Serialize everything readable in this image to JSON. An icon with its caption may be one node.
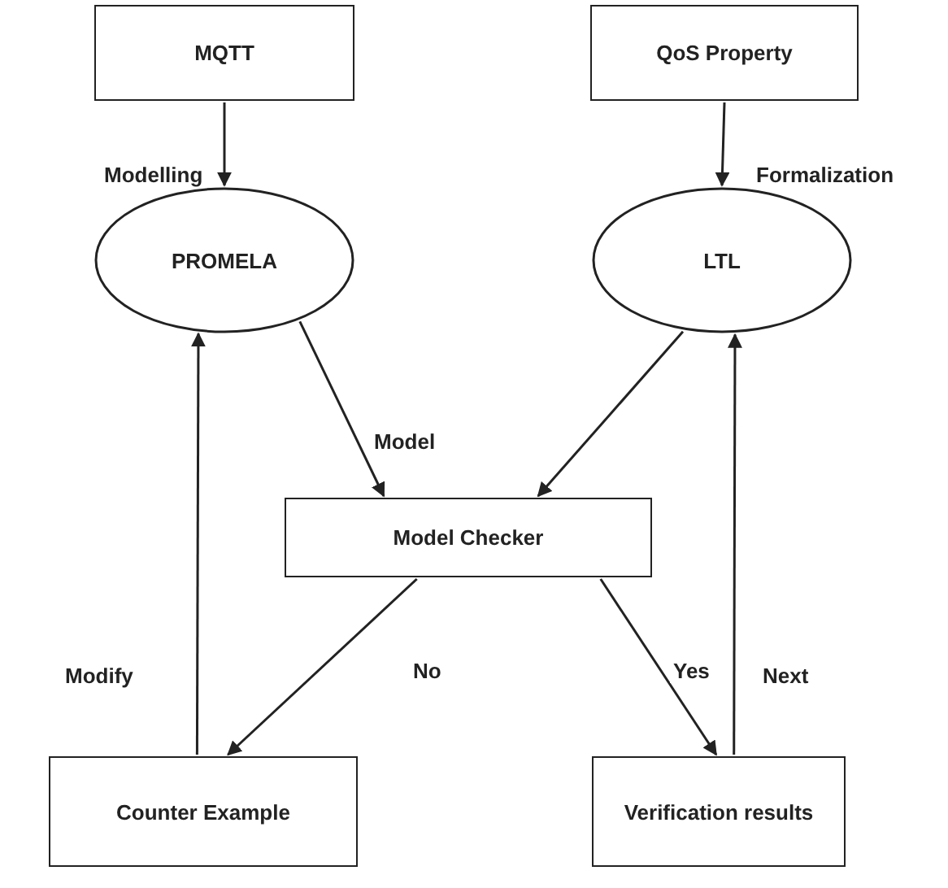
{
  "diagram": {
    "nodes": [
      {
        "text": [
          "MQTT"
        ]
      },
      {
        "text": [
          "QoS Property"
        ]
      },
      {
        "text": [
          "PROMELA"
        ]
      },
      {
        "text": [
          "LTL"
        ]
      },
      {
        "text": [
          "Model Checker"
        ]
      },
      {
        "text": [
          "Counter Example"
        ]
      },
      {
        "text": [
          "Verification results"
        ]
      }
    ],
    "edges": [
      {
        "from": 0,
        "to": 2,
        "arrow": "to",
        "label": "Modelling"
      },
      {
        "from": 1,
        "to": 3,
        "arrow": "to",
        "label": "Formalization"
      },
      {
        "from": 2,
        "to": 4,
        "arrow": "to",
        "label": "Model"
      },
      {
        "from": 3,
        "to": 4,
        "arrow": "to"
      },
      {
        "from": 4,
        "to": 5,
        "arrow": "to",
        "label": "No"
      },
      {
        "from": 4,
        "to": 6,
        "arrow": "to",
        "label": "Yes"
      },
      {
        "from": 5,
        "to": 2,
        "arrow": "to",
        "label": "Modify"
      },
      {
        "from": 6,
        "to": 3,
        "arrow": "to",
        "label": "Next"
      }
    ]
  }
}
